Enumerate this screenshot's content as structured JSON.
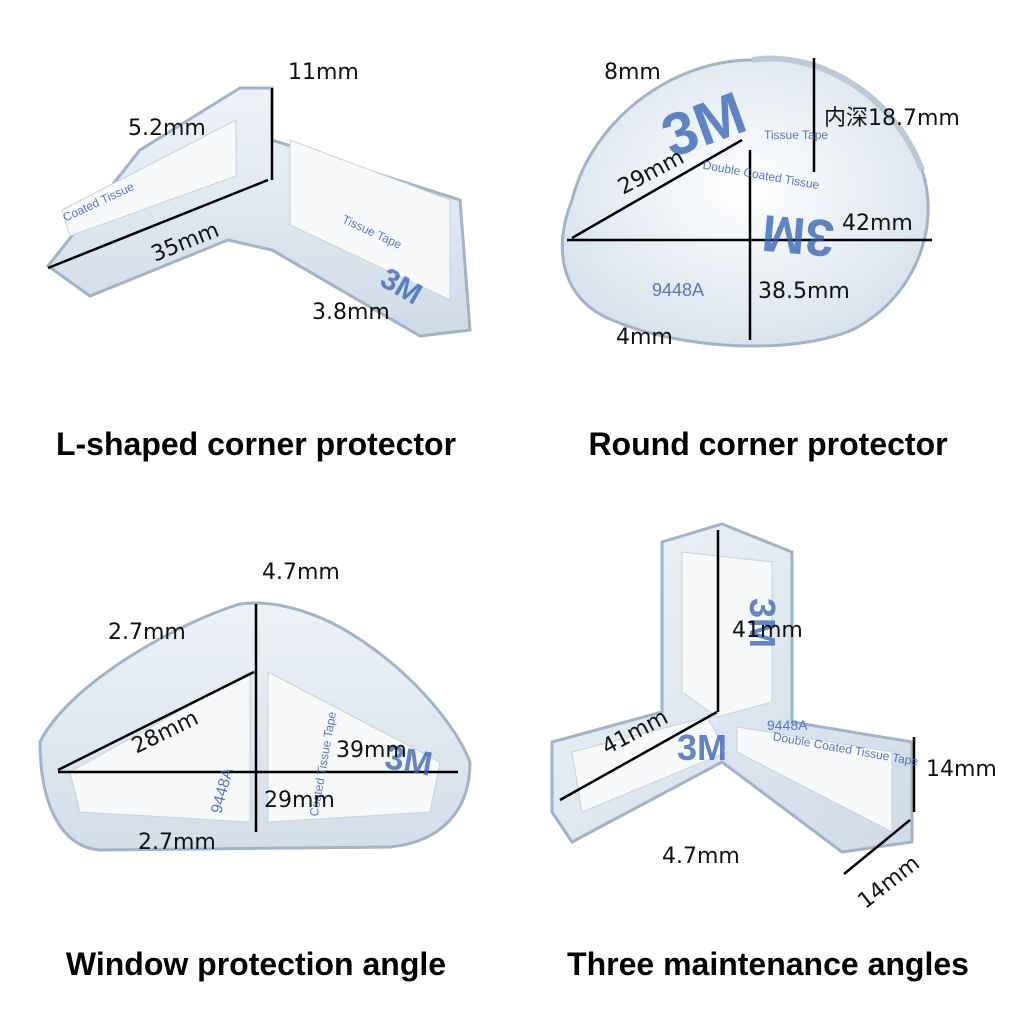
{
  "panels": [
    {
      "caption": "L-shaped corner protector",
      "dims": [
        "11mm",
        "5.2mm",
        "35mm",
        "3.8mm"
      ],
      "tape": {
        "brand": "3M",
        "text1": "Coated Tissue",
        "text2": "Tissue Tape"
      }
    },
    {
      "caption": "Round corner protector",
      "dims": [
        "8mm",
        "内深18.7mm",
        "29mm",
        "42mm",
        "38.5mm",
        "4mm"
      ],
      "tape": {
        "brand": "3M",
        "code": "9448A",
        "text1": "Double Coated Tissue",
        "text2": "Tissue Tape"
      }
    },
    {
      "caption": "Window protection angle",
      "dims": [
        "4.7mm",
        "2.7mm",
        "28mm",
        "39mm",
        "29mm",
        "2.7mm"
      ],
      "tape": {
        "brand": "3M",
        "code": "9448A",
        "text1": "Coated Tissue Tape"
      }
    },
    {
      "caption": "Three maintenance angles",
      "dims": [
        "41mm",
        "41mm",
        "14mm",
        "4.7mm",
        "14mm"
      ],
      "tape": {
        "brand": "3M",
        "code": "9448A",
        "text1": "Double Coated Tissue Tape"
      }
    }
  ],
  "colors": {
    "plastic": "#dfe8f0",
    "plastic_edge": "#9fb4c8",
    "tape_blue": "#2f5fb5",
    "line": "#000000"
  }
}
